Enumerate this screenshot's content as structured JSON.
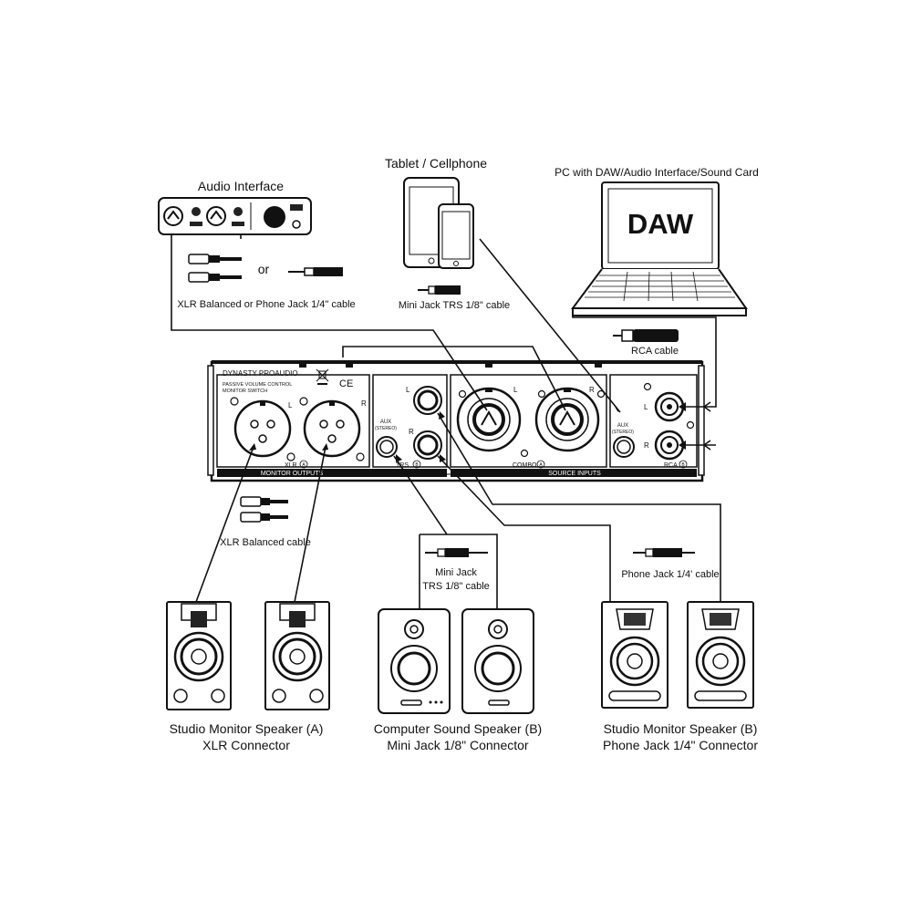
{
  "sources": {
    "audio_interface": {
      "label": "Audio Interface"
    },
    "tablet": {
      "label": "Tablet / Cellphone"
    },
    "pc": {
      "label": "PC with DAW/Audio Interface/Sound Card",
      "screen_text": "DAW"
    }
  },
  "cables": {
    "xlr_or_phone": {
      "label": "XLR Balanced or Phone Jack 1/4\" cable",
      "or_text": "or"
    },
    "mini_trs_top": {
      "label": "Mini Jack TRS 1/8\" cable"
    },
    "rca": {
      "label": "RCA cable"
    },
    "xlr_balanced": {
      "label": "XLR Balanced cable"
    },
    "mini_jack_bottom": {
      "label_line1": "Mini Jack",
      "label_line2": "TRS 1/8\" cable"
    },
    "phone_jack": {
      "label": "Phone Jack 1/4' cable"
    }
  },
  "device": {
    "brand": "DYNASTY PROAUDIO",
    "line1": "PASSIVE VOLUME CONTROL",
    "line2": "MONITOR SWITCH",
    "ce": "CE",
    "monitor_outputs": "MONITOR OUTPUTS",
    "source_inputs": "SOURCE INPUTS",
    "xlr": "XLR",
    "a": "A",
    "b": "B",
    "trs": "TRS",
    "combo": "COMBO",
    "rca": "RCA",
    "l": "L",
    "r": "R",
    "aux1": "AUX",
    "aux2": "(STEREO)"
  },
  "speakers": {
    "studio_a": {
      "line1": "Studio Monitor Speaker (A)",
      "line2": "XLR Connector"
    },
    "computer_b": {
      "line1": "Computer Sound Speaker (B)",
      "line2": "Mini Jack 1/8\" Connector"
    },
    "studio_b": {
      "line1": "Studio Monitor Speaker (B)",
      "line2": "Phone Jack 1/4\" Connector"
    }
  }
}
